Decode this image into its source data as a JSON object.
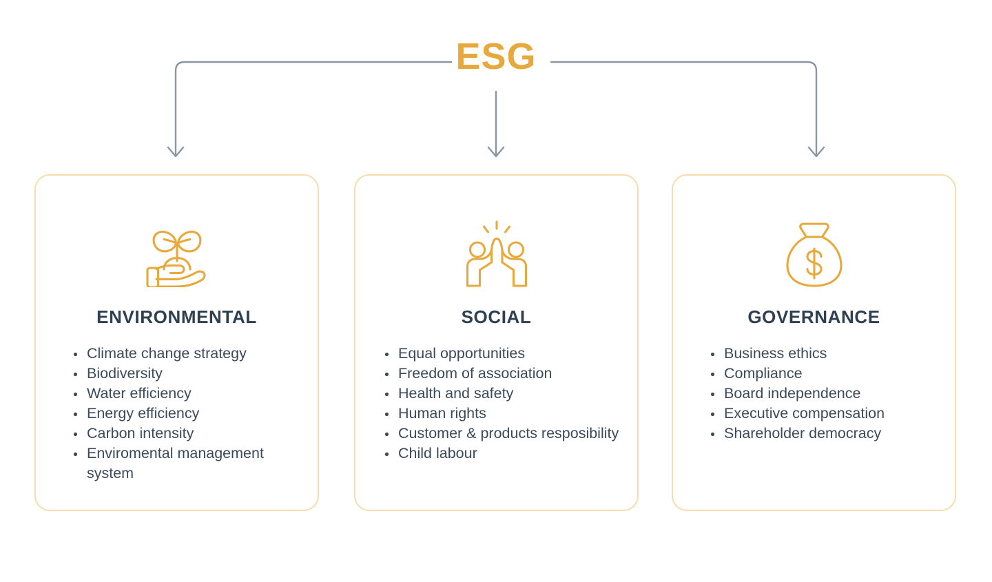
{
  "diagram": {
    "title": "ESG",
    "title_color": "#e8a93c",
    "connector_color": "#8c96a3",
    "card_border_color": "#f7dcaf",
    "heading_color": "#2f4050",
    "body_text_color": "#3b4a5a",
    "background_color": "#ffffff"
  },
  "cards": [
    {
      "id": "environmental",
      "title": "ENVIRONMENTAL",
      "icon": "plant-in-hand-icon",
      "items": [
        "Climate change strategy",
        "Biodiversity",
        "Water efficiency",
        "Energy efficiency",
        "Carbon intensity",
        "Enviromental management system"
      ]
    },
    {
      "id": "social",
      "title": "SOCIAL",
      "icon": "people-high-five-icon",
      "items": [
        "Equal opportunities",
        "Freedom of association",
        "Health and safety",
        "Human rights",
        "Customer & products resposibility",
        "Child labour"
      ]
    },
    {
      "id": "governance",
      "title": "GOVERNANCE",
      "icon": "money-bag-icon",
      "items": [
        "Business ethics",
        "Compliance",
        "Board independence",
        "Executive compensation",
        "Shareholder democracy"
      ]
    }
  ]
}
